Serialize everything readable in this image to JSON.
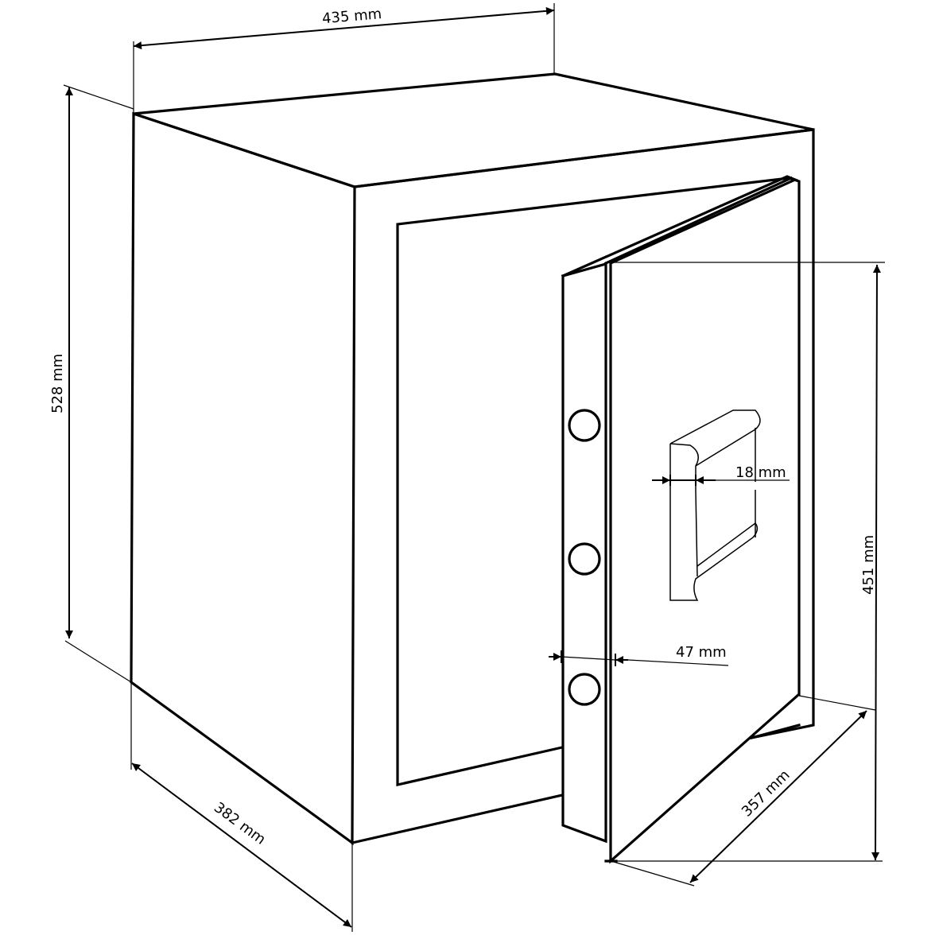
{
  "diagram": {
    "subject": "Safe with open door — dimension drawing",
    "colors": {
      "line": "#000000",
      "background": "#ffffff"
    },
    "dimensions": {
      "width": {
        "label": "435 mm",
        "value": 435,
        "unit": "mm"
      },
      "height": {
        "label": "528 mm",
        "value": 528,
        "unit": "mm"
      },
      "depth": {
        "label": "382 mm",
        "value": 382,
        "unit": "mm"
      },
      "door_height": {
        "label": "451 mm",
        "value": 451,
        "unit": "mm"
      },
      "door_width": {
        "label": "357 mm",
        "value": 357,
        "unit": "mm"
      },
      "door_thickness": {
        "label": "47 mm",
        "value": 47,
        "unit": "mm"
      },
      "handle_depth": {
        "label": "18 mm",
        "value": 18,
        "unit": "mm"
      }
    },
    "parts": {
      "bolts": 3,
      "handle": 1
    }
  }
}
